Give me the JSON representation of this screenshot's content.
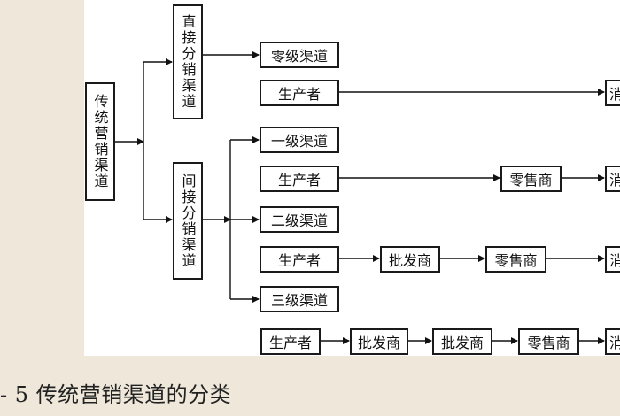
{
  "root": "传统营销渠道",
  "direct": "直接分销渠道",
  "indirect": "间接分销渠道",
  "channels": {
    "zero": "零级渠道",
    "one": "一级渠道",
    "two": "二级渠道",
    "three": "三级渠道"
  },
  "producer": "生产者",
  "retailer": "零售商",
  "wholesaler": "批发商",
  "consumer_cut": "消",
  "caption": "- 5 传统营销渠道的分类"
}
